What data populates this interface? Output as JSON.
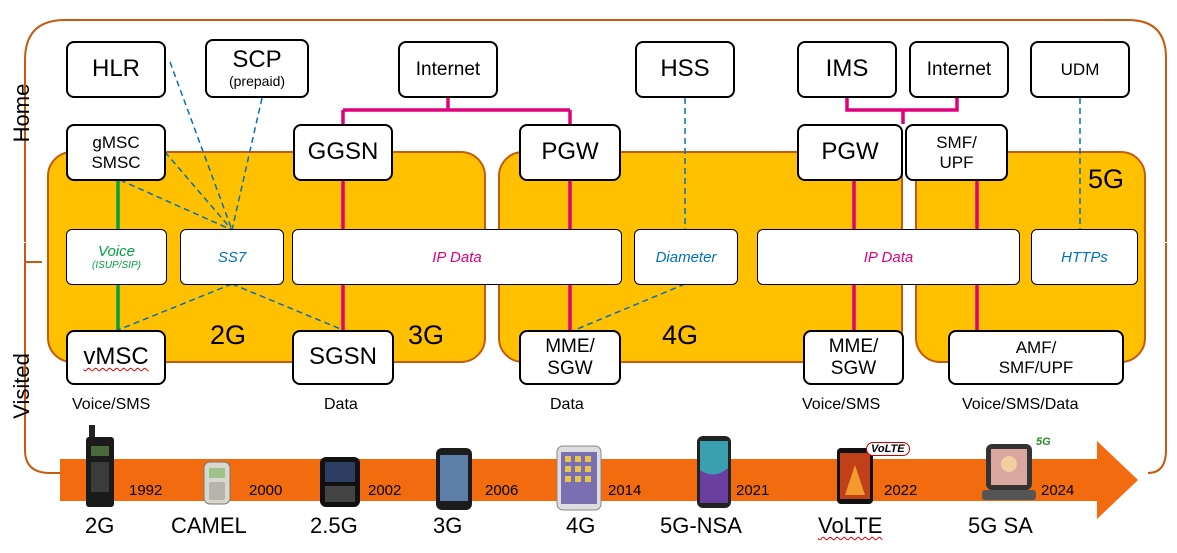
{
  "zones": {
    "home": "Home",
    "visited": "Visited"
  },
  "generations": {
    "g2": "2G",
    "g3": "3G",
    "g4": "4G",
    "g5": "5G"
  },
  "home_nodes": {
    "hlr": "HLR",
    "scp": "SCP",
    "scp_sub": "(prepaid)",
    "internet1": "Internet",
    "hss": "HSS",
    "ims": "IMS",
    "internet2": "Internet",
    "udm": "UDM"
  },
  "core_nodes": {
    "gmsc_l1": "gMSC",
    "gmsc_l2": "SMSC",
    "ggsn": "GGSN",
    "pgw1": "PGW",
    "pgw2": "PGW",
    "smf_l1": "SMF/",
    "smf_l2": "UPF"
  },
  "interfaces": {
    "voice": "Voice",
    "voice_sub": "(ISUP/SIP)",
    "ss7": "SS7",
    "ipdata1": "IP Data",
    "diameter": "Diameter",
    "ipdata2": "IP Data",
    "https": "HTTPs"
  },
  "visited_nodes": {
    "vmsc": "vMSC",
    "sgsn": "SGSN",
    "mme1_l1": "MME/",
    "mme1_l2": "SGW",
    "mme2_l1": "MME/",
    "mme2_l2": "SGW",
    "amf_l1": "AMF/",
    "amf_l2": "SMF/UPF"
  },
  "service_labels": {
    "vmsc": "Voice/SMS",
    "sgsn": "Data",
    "mme1": "Data",
    "mme2": "Voice/SMS",
    "amf": "Voice/SMS/Data"
  },
  "timeline": [
    {
      "year": "1992",
      "label": "2G",
      "device": "brick-phone-icon"
    },
    {
      "year": "2000",
      "label": "CAMEL",
      "device": "nokia-phone-icon"
    },
    {
      "year": "2002",
      "label": "2.5G",
      "device": "blackberry-phone-icon"
    },
    {
      "year": "2006",
      "label": "3G",
      "device": "touch-phone-icon"
    },
    {
      "year": "2014",
      "label": "4G",
      "device": "iphone-icon"
    },
    {
      "year": "2021",
      "label": "5G-NSA",
      "device": "galaxy-phone-icon"
    },
    {
      "year": "2022",
      "label": "VoLTE",
      "device": "volte-phone-icon"
    },
    {
      "year": "2024",
      "label": "5G SA",
      "device": "flip-phone-icon"
    }
  ],
  "badges": {
    "volte": "VoLTE",
    "g5": "5G"
  },
  "colors": {
    "zone_fill": "#ffc000",
    "zone_border": "#c55a11",
    "timeline_arrow": "#f26b0f",
    "ip_link": "#e0007a",
    "signaling_link": "#0070c0",
    "voice_link": "#00a040"
  }
}
